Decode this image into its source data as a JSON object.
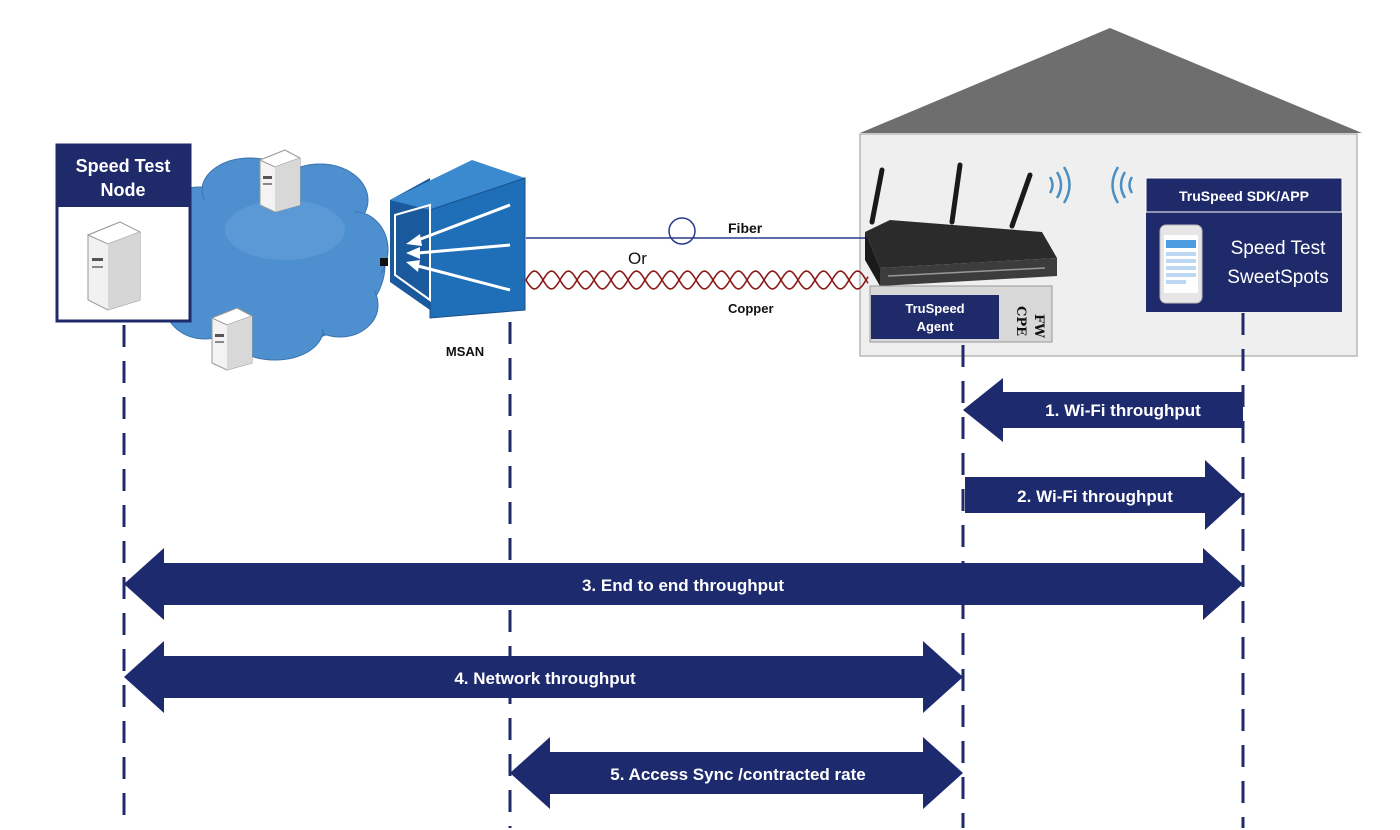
{
  "colors": {
    "navy": "#1f2a6b",
    "arrow": "#1e2a6e",
    "house_roof": "#6e6e6e",
    "house_wall": "#efefef",
    "cloud": "#4d8fcf",
    "msan": "#1f6fb8",
    "copper": "#8b1a1a",
    "fiber": "#2a3a8a"
  },
  "nodes": {
    "speed_test_node": {
      "title_line1": "Speed Test",
      "title_line2": "Node",
      "icon": "server-icon"
    },
    "msan": {
      "label": "MSAN"
    },
    "links": {
      "fiber": "Fiber",
      "or": "Or",
      "copper": "Copper"
    },
    "cpe": {
      "agent_line1": "TruSpeed",
      "agent_line2": "Agent",
      "cpe_label": "CPE",
      "fw_label": "FW"
    },
    "app": {
      "header": "TruSpeed SDK/APP",
      "line1": "Speed Test",
      "line2": "SweetSpots",
      "icon": "phone-icon"
    }
  },
  "arrows": [
    {
      "id": "wifi-1",
      "label": "1. Wi-Fi throughput",
      "direction": "left"
    },
    {
      "id": "wifi-2",
      "label": "2. Wi-Fi throughput",
      "direction": "right"
    },
    {
      "id": "end-to-end",
      "label": "3. End to end throughput",
      "direction": "both"
    },
    {
      "id": "network",
      "label": "4. Network throughput",
      "direction": "both"
    },
    {
      "id": "access",
      "label": "5.  Access Sync /contracted rate",
      "direction": "both"
    }
  ]
}
